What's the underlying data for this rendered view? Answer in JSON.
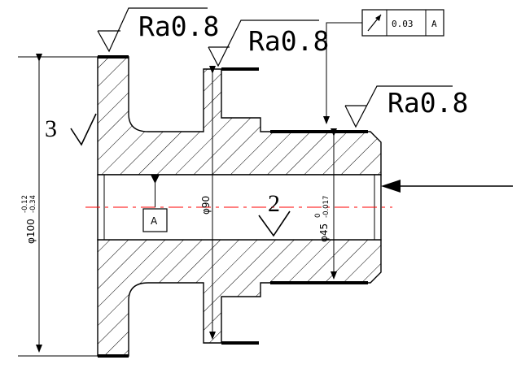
{
  "surface_finish": {
    "label_1": "Ra0.8",
    "label_2": "Ra0.8",
    "label_3": "Ra0.8"
  },
  "default_finish": {
    "label": "3"
  },
  "bore_finish": {
    "label": "2"
  },
  "dimensions": {
    "outer_dia": {
      "symbol": "φ100",
      "upper": "-0.12",
      "lower": "-0.34"
    },
    "hub_dia": {
      "symbol": "φ90"
    },
    "shaft_dia": {
      "symbol": "φ45",
      "upper": "0",
      "lower": "-0.017"
    }
  },
  "tolerance_frame": {
    "symbol": "circular-runout-arrow",
    "value": "0.03",
    "datum": "A"
  },
  "datum": {
    "label": "A"
  },
  "colors": {
    "outline": "#000000",
    "centerline": "#ff0000",
    "hatch": "#000000"
  }
}
